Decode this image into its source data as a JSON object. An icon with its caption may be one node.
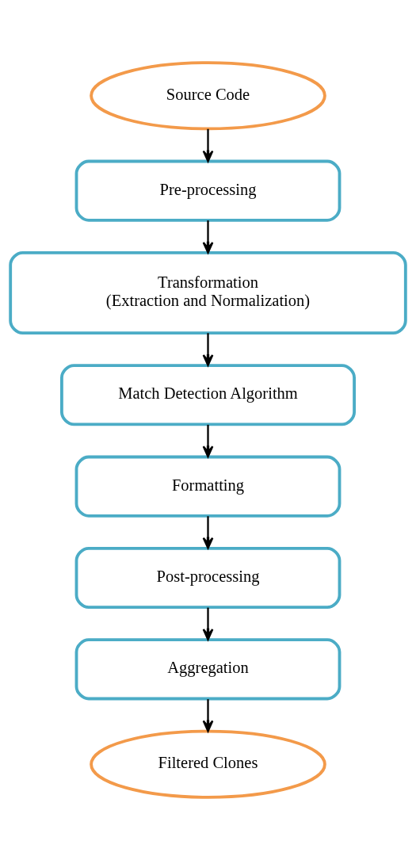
{
  "diagram": {
    "nodes": [
      {
        "text": [
          "Source Code"
        ]
      },
      {
        "text": [
          "Pre-processing"
        ]
      },
      {
        "text": [
          "Transformation",
          "(Extraction and Normalization)"
        ]
      },
      {
        "text": [
          "Match Detection Algorithm"
        ]
      },
      {
        "text": [
          "Formatting"
        ]
      },
      {
        "text": [
          "Post-processing"
        ]
      },
      {
        "text": [
          "Aggregation"
        ]
      },
      {
        "text": [
          "Filtered Clones"
        ]
      }
    ],
    "edges": [
      {
        "from": 0,
        "to": 1,
        "arrow": "to"
      },
      {
        "from": 1,
        "to": 2,
        "arrow": "to"
      },
      {
        "from": 2,
        "to": 3,
        "arrow": "to"
      },
      {
        "from": 3,
        "to": 4,
        "arrow": "to"
      },
      {
        "from": 4,
        "to": 5,
        "arrow": "to"
      },
      {
        "from": 5,
        "to": 6,
        "arrow": "to"
      },
      {
        "from": 6,
        "to": 7,
        "arrow": "to"
      }
    ]
  }
}
